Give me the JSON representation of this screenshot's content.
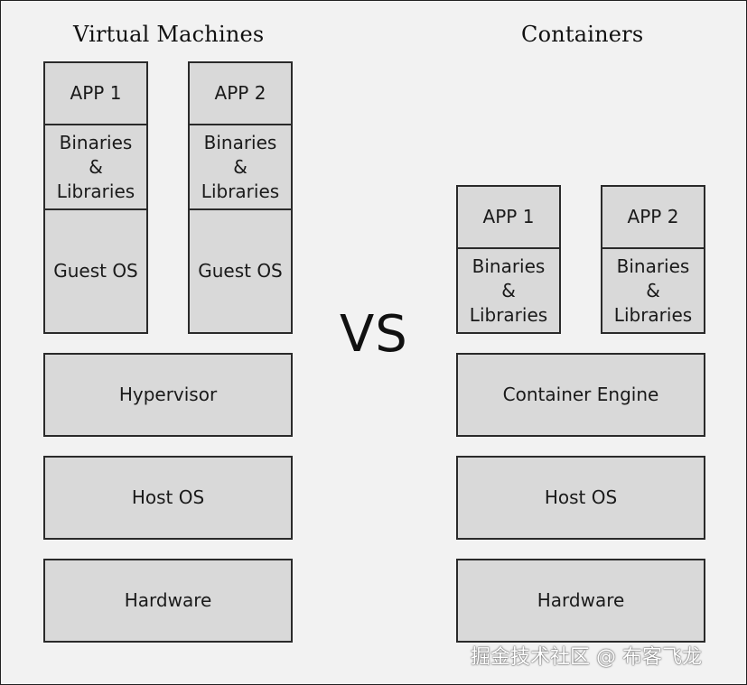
{
  "left": {
    "heading": "Virtual Machines",
    "app1": {
      "app": "APP 1",
      "binaries": "Binaries\n&\nLibraries",
      "guest_os": "Guest OS"
    },
    "app2": {
      "app": "APP 2",
      "binaries": "Binaries\n&\nLibraries",
      "guest_os": "Guest OS"
    },
    "hypervisor": "Hypervisor",
    "host_os": "Host OS",
    "hardware": "Hardware"
  },
  "center": {
    "vs": "VS"
  },
  "right": {
    "heading": "Containers",
    "app1": {
      "app": "APP 1",
      "binaries": "Binaries\n&\nLibraries"
    },
    "app2": {
      "app": "APP 2",
      "binaries": "Binaries\n&\nLibraries"
    },
    "engine": "Container Engine",
    "host_os": "Host OS",
    "hardware": "Hardware"
  },
  "watermark": "掘金技术社区 @ 布客飞龙"
}
